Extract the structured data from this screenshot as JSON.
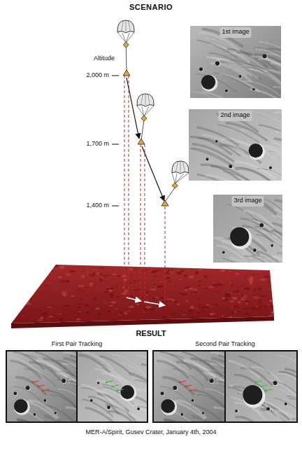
{
  "diagram": {
    "title": "SCENARIO",
    "caption": "MER-A/Spirit, Gusev Crater, January 4th, 2004",
    "nodes": [
      {
        "text": [
          "1st image"
        ]
      },
      {
        "text": [
          "2nd image"
        ]
      },
      {
        "text": [
          "3rd image"
        ]
      },
      {
        "text": [
          "First Pair Tracking"
        ]
      },
      {
        "text": [
          "Second Pair Tracking"
        ]
      }
    ],
    "labels": [
      "Altitude",
      "2,000 m",
      "1,700 m",
      "1,400 m",
      "RESULT"
    ]
  }
}
